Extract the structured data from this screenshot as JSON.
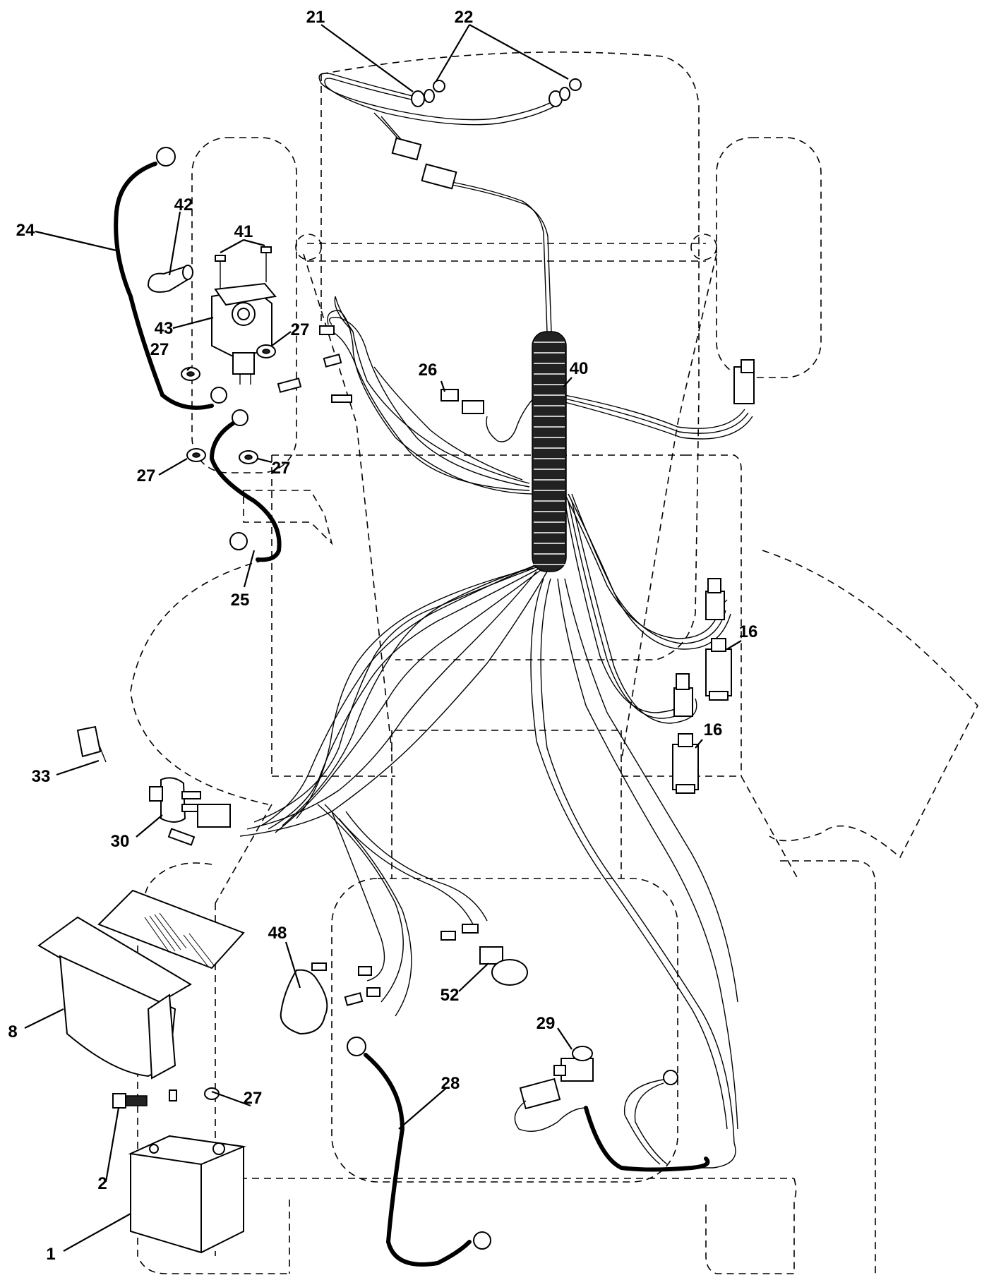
{
  "callouts": {
    "c21": "21",
    "c22": "22",
    "c24": "24",
    "c42": "42",
    "c41": "41",
    "c43": "43",
    "c27a": "27",
    "c27b": "27",
    "c27c": "27",
    "c27d": "27",
    "c27e": "27",
    "c26": "26",
    "c40": "40",
    "c25": "25",
    "c16a": "16",
    "c16b": "16",
    "c33": "33",
    "c30": "30",
    "c48": "48",
    "c52": "52",
    "c8": "8",
    "c29": "29",
    "c28": "28",
    "c2": "2",
    "c1": "1"
  }
}
